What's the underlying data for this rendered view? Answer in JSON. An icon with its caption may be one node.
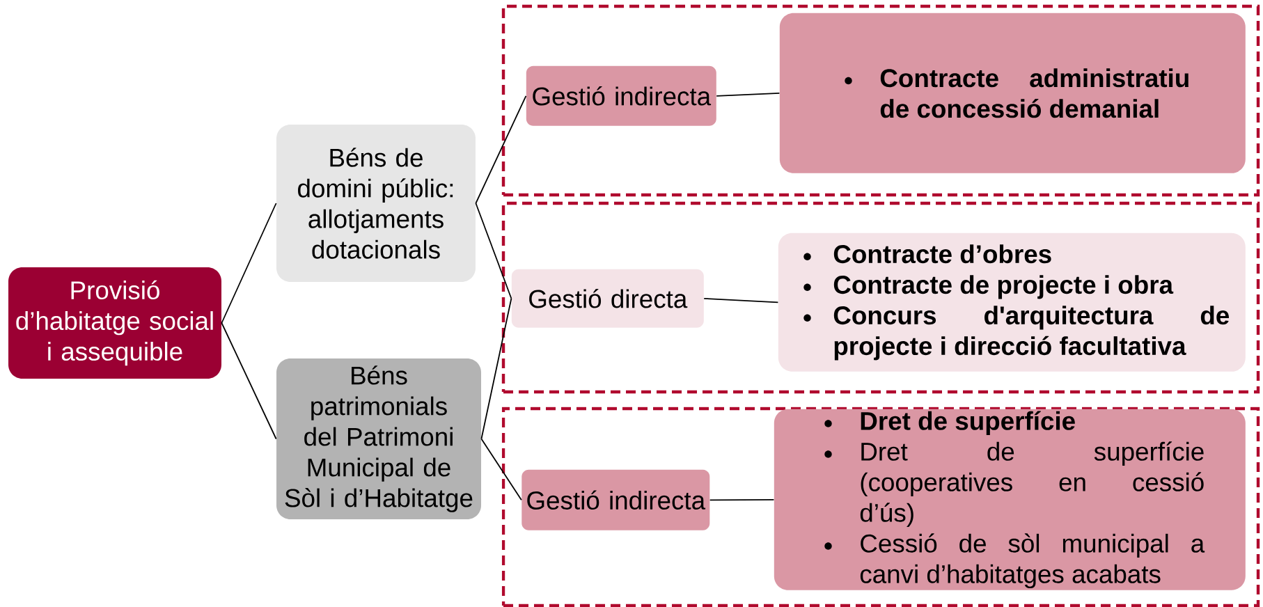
{
  "diagram": {
    "nodes": [
      {
        "text": [
          "Provisió d’habitatge social i assequible"
        ]
      },
      {
        "text": [
          "Béns de domini públic: allotjaments dotacionals"
        ]
      },
      {
        "text": [
          "Béns patrimonials del Patrimoni Municipal de Sòl i d’Habitatge"
        ]
      },
      {
        "text": [],
        "shape": "box"
      },
      {
        "text": [
          "Gestió indirecta"
        ],
        "in": 3
      },
      {
        "text": [
          "Contracte administratiu de concessió demanial"
        ],
        "in": 3
      },
      {
        "text": [],
        "shape": "box"
      },
      {
        "text": [
          "Gestió directa"
        ],
        "in": 6
      },
      {
        "text": [
          "Contracte d’obres",
          "Contracte de projecte i obra",
          "Concurs d'arquitectura de projecte i direcció facultativa"
        ],
        "in": 6
      },
      {
        "text": [],
        "shape": "box"
      },
      {
        "text": [
          "Gestió indirecta"
        ],
        "in": 9
      },
      {
        "text": [
          "**Dret de superfície**",
          "Dret de superfície (cooperatives en cessió d’ús)",
          "Cessió de sòl municipal a canvi  d’habitatges acabats"
        ],
        "in": 9
      }
    ],
    "edges": [
      {
        "from": 0,
        "to": 1,
        "arrow": "none"
      },
      {
        "from": 0,
        "to": 2,
        "arrow": "none"
      },
      {
        "from": 1,
        "to": 4,
        "arrow": "none"
      },
      {
        "from": 1,
        "to": 7,
        "arrow": "none"
      },
      {
        "from": 2,
        "to": 7,
        "arrow": "none"
      },
      {
        "from": 2,
        "to": 10,
        "arrow": "none"
      },
      {
        "from": 4,
        "to": 5,
        "arrow": "none"
      },
      {
        "from": 7,
        "to": 8,
        "arrow": "none"
      },
      {
        "from": 10,
        "to": 11,
        "arrow": "none"
      }
    ]
  }
}
